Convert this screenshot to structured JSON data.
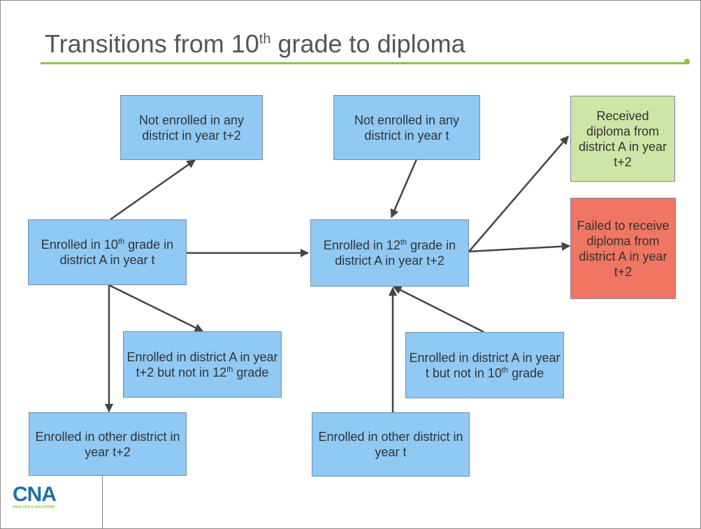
{
  "slide": {
    "title_pre": "Transitions from 10",
    "title_sup": "th",
    "title_post": " grade to diploma"
  },
  "boxes": {
    "not_enrolled_t2": {
      "text": "Not enrolled in any district in year t+2"
    },
    "not_enrolled_t": {
      "text": "Not enrolled in any district in year t"
    },
    "received_diploma": {
      "text": "Received diploma from district A in year t+2"
    },
    "enrolled_10th": {
      "pre": "Enrolled in 10",
      "sup": "th",
      "post": " grade in district A in year t"
    },
    "enrolled_12th": {
      "pre": "Enrolled in 12",
      "sup": "th",
      "post": " grade in district A in year t+2"
    },
    "failed_diploma": {
      "text": "Failed to receive diploma from district A in year t+2"
    },
    "district_a_t2_not12": {
      "pre": "Enrolled in district A in year t+2 but not in 12",
      "sup": "th",
      "post": " grade"
    },
    "district_a_t_not10": {
      "pre": "Enrolled in district A in year t but not in 10",
      "sup": "th",
      "post": " grade"
    },
    "other_district_t2": {
      "text": "Enrolled in other district in year t+2"
    },
    "other_district_t": {
      "text": "Enrolled in other district in year t"
    }
  },
  "logo": {
    "name": "CNA",
    "tagline": "ANALYSIS & SOLUTIONS"
  },
  "colors": {
    "box_blue": "#8fc9f4",
    "box_green": "#cfe4a7",
    "box_red": "#f07563",
    "accent_green": "#8dc63f",
    "logo_blue": "#1f6fa9"
  }
}
